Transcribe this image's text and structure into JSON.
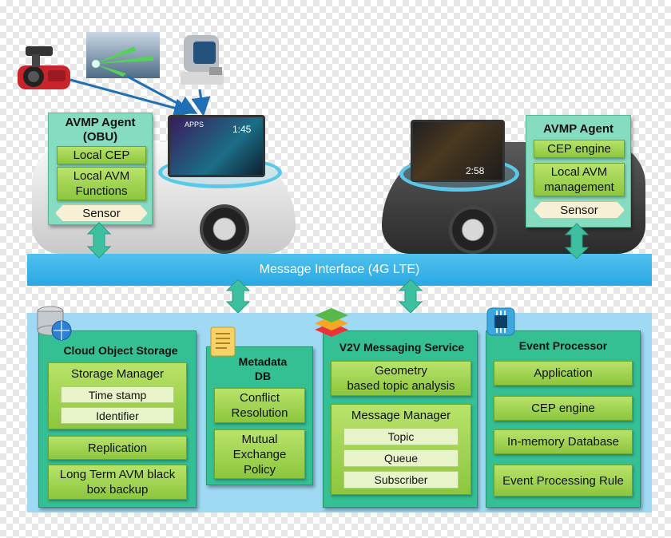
{
  "left_agent": {
    "title_line1": "AVMP Agent",
    "title_line2": "(OBU)",
    "box1": "Local CEP",
    "box2_line1": "Local AVM",
    "box2_line2": "Functions",
    "sensor": "Sensor"
  },
  "right_agent": {
    "title": "AVMP Agent",
    "box1": "CEP engine",
    "box2_line1": "Local AVM",
    "box2_line2": "management",
    "sensor": "Sensor"
  },
  "message_bar": "Message Interface (4G LTE)",
  "screen_left": {
    "apps": "APPS",
    "time": "1:45"
  },
  "screen_right": {
    "time": "2:58"
  },
  "cloud_storage": {
    "title": "Cloud Object Storage",
    "storage_manager": "Storage Manager",
    "time_stamp": "Time stamp",
    "identifier": "Identifier",
    "replication": "Replication",
    "backup_line1": "Long Term AVM black",
    "backup_line2": "box backup"
  },
  "metadata_db": {
    "title_line1": "Metadata",
    "title_line2": "DB",
    "conflict_line1": "Conflict",
    "conflict_line2": "Resolution",
    "mutual_line1": "Mutual",
    "mutual_line2": "Exchange",
    "mutual_line3": "Policy"
  },
  "v2v": {
    "title": "V2V Messaging Service",
    "geometry_line1": "Geometry",
    "geometry_line2": "based topic analysis",
    "message_manager": "Message Manager",
    "topic": "Topic",
    "queue": "Queue",
    "subscriber": "Subscriber"
  },
  "event_processor": {
    "title": "Event Processor",
    "application": "Application",
    "cep_engine": "CEP engine",
    "in_memory": "In-memory Database",
    "rule": "Event Processing Rule"
  },
  "icons": {
    "cloud_storage": "database-globe-icon",
    "metadata": "document-scroll-icon",
    "v2v": "stacked-layers-icon",
    "event": "chip-icon",
    "dashcam": "dashcam-device-icon",
    "sensor_view": "lidar-view-icon",
    "lidar": "lidar-unit-icon"
  },
  "colors": {
    "accent_blue": "#2aa8e3",
    "panel_green": "#34bf95",
    "box_green": "#8cc63e",
    "arrow_teal": "#3cc0a0"
  }
}
